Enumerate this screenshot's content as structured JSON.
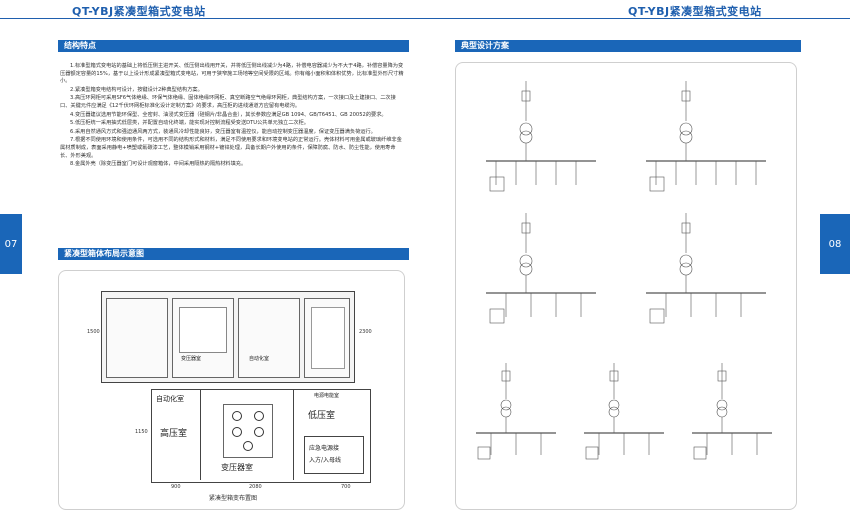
{
  "header": {
    "left_title": "QT-YBJ紧凑型箱式变电站",
    "right_title": "QT-YBJ紧凑型箱式变电站"
  },
  "page_numbers": {
    "left": "07",
    "right": "08"
  },
  "colors": {
    "accent": "#1a66b8",
    "header": "#1f5fae"
  },
  "left": {
    "section1_title": "结构特点",
    "paragraphs": [
      "1.标准型箱式变电站的基础上将低压侧主进开关、低压侧出线用开关，并将低压侧出线减少为4路，补偿电容器减少为不大于4路，补偿容量降为变压器额定容量的15%，基于以上设计形成紧凑型箱式变电站，可用于狭窄施工场地等空间受限的区域。你有缩小面积和体积优势，比标准型外形尺寸精小。",
      "2.紧凑型箱变电结构可设计，按键设计2种典型结构方案。",
      "3.高压环网柜可采用SF6气体绝缘、环保气体绝缘、固体绝缘环网柜、真空断路空气绝缘环网柜，典型结构方案，一次接口及土建接口、二次接口、关键元件应满足《12千伏环网柜标准化设计定制方案》的要求，高压柜的进线通道方应留有电缆沟。",
      "4.变压器建议选用节能环保型、全密封、油浸式变压器（硅钢片/非晶合金），其长参数应满足GB 1094、GB/T6451、GB 20052的要求。",
      "5.低压柜统一采用抽式低层类，并配置自动化终端，能实现对控制流程受变送DTU公共单元独立二次柜。",
      "6.采用自然通风方式和强迫通风两方式，装通风冷却性能良好，变压器室有温控仪，能自动控制变压器温度，保证变压器满负荷运行。",
      "7.根据不同使用环境和使用条件，可选用不同的结构形式和材料，满足不同使用要求和环境变电站的正常运行。壳体材料可用金属或玻璃纤维非金属材质制成，表面采用静电+喷塑或氟碳漆工艺，整体模销采用钢材+镀锌处理，具备长期户外使用的条件，保障防腐、防水、防尘性能，使用寿命长、外形美观。",
      "8.金属外壳（除变压器室门可设计观窗箱体，中间采用隔热的隔热材料填充。"
    ],
    "section2_title": "紧凑型箱体布局示意图",
    "front_view": {
      "label_transformer": "变压器室",
      "label_auto": "自动化室",
      "dim_left": "1500",
      "dim_right": "2300"
    },
    "plan_view": {
      "room_auto": "自动化室",
      "room_hv": "高压室",
      "room_tx": "变压器室",
      "room_lv": "低压室",
      "room_meter": "电源电能室",
      "room_em": "应急电源接",
      "room_em2": "入方/入母线",
      "dim_height": "1150",
      "dim_a": "900",
      "dim_b": "2080",
      "dim_c": "700",
      "caption": "紧凑型箱变布置图"
    }
  },
  "right": {
    "section_title": "典型设计方案"
  }
}
